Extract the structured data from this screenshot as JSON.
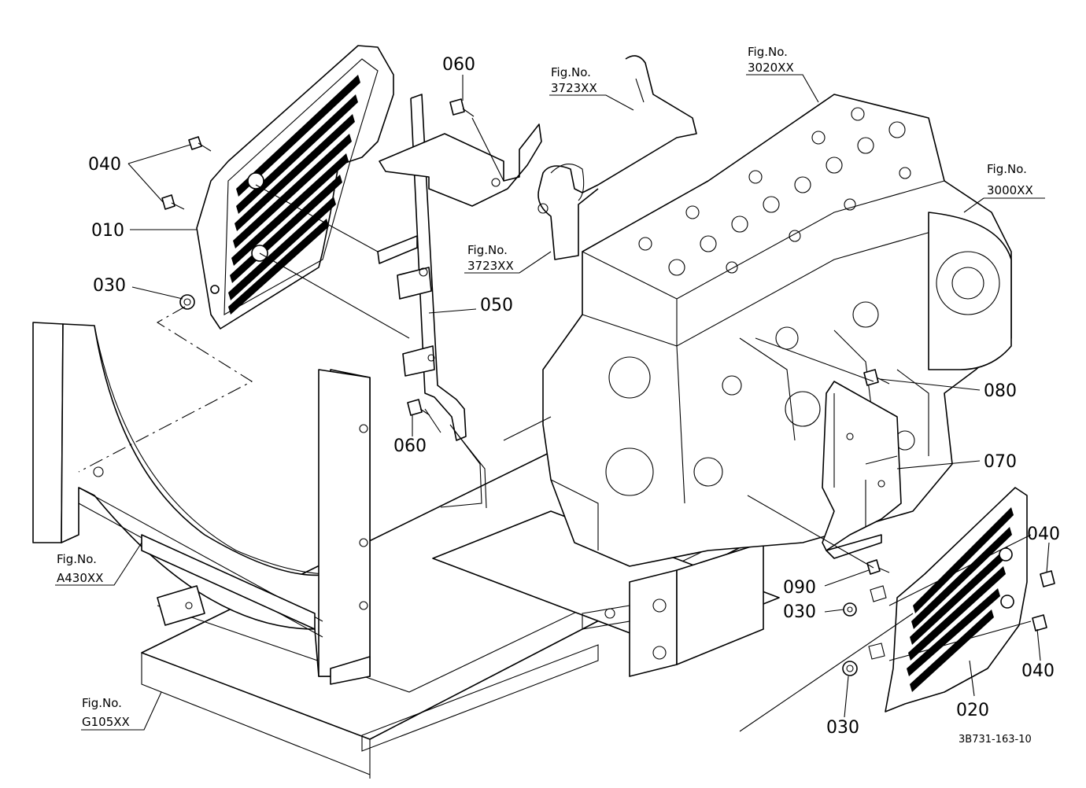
{
  "figure_refs": [
    {
      "line1": "Fig.No.",
      "line2": "3723XX"
    },
    {
      "line1": "Fig.No.",
      "line2": "3723XX"
    },
    {
      "line1": "Fig.No.",
      "line2": "3020XX"
    },
    {
      "line1": "Fig.No.",
      "line2": "3000XX"
    },
    {
      "line1": "Fig.No.",
      "line2": "A430XX"
    },
    {
      "line1": "Fig.No.",
      "line2": "G105XX"
    }
  ],
  "part_labels": {
    "p010": "010",
    "p020": "020",
    "p030a": "030",
    "p030b": "030",
    "p030c": "030",
    "p040a": "040",
    "p040b": "040",
    "p040c": "040",
    "p050": "050",
    "p060a": "060",
    "p060b": "060",
    "p070": "070",
    "p080": "080",
    "p090": "090"
  },
  "drawing_code": "3B731-163-10"
}
